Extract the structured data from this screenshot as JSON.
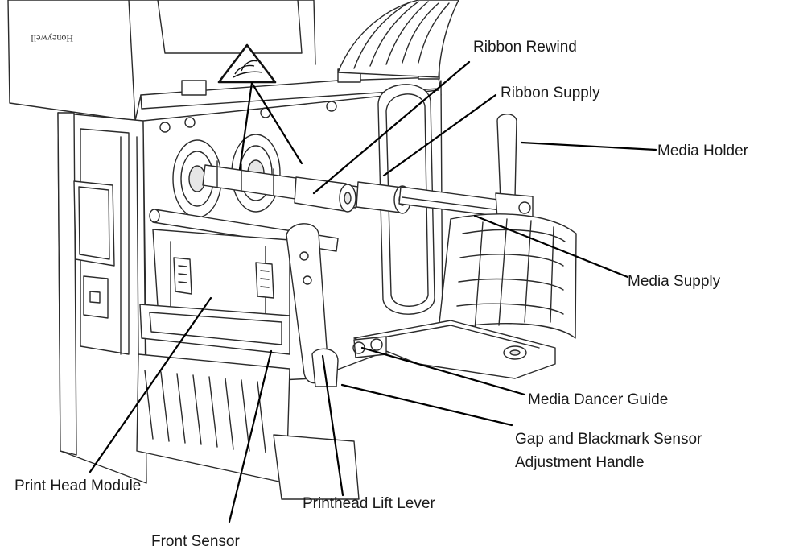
{
  "brand_logo_text": "Honeywell",
  "warning_symbol": "pinch-hazard-icon",
  "labels": {
    "ribbon_rewind": "Ribbon Rewind",
    "ribbon_supply": "Ribbon Supply",
    "media_holder": "Media Holder",
    "media_supply": "Media Supply",
    "media_dancer_guide": "Media Dancer Guide",
    "gap_sensor_line1": "Gap and Blackmark Sensor",
    "gap_sensor_line2": "Adjustment Handle",
    "print_head_module": "Print Head Module",
    "printhead_lift_lever": "Printhead Lift Lever",
    "front_sensor": "Front Sensor"
  }
}
